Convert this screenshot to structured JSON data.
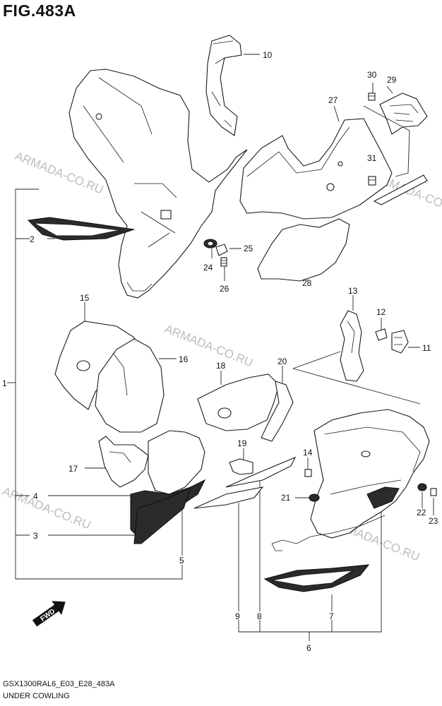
{
  "header": {
    "figure_title": "FIG.483A"
  },
  "footer": {
    "model_code": "GSX1300RAL6_E03_E28_483A",
    "section_title": "UNDER COWLING"
  },
  "watermarks": [
    "ARMADA-CO.RU",
    "ARMADA-CO.RU",
    "ARMADA-CO.RU",
    "ARMADA-CO.RU",
    "ARMADA-CO.RU"
  ],
  "fwd_badge": {
    "label": "FWD",
    "icon": "forward-arrow-icon"
  },
  "callouts": [
    "1",
    "2",
    "3",
    "4",
    "5",
    "6",
    "7",
    "8",
    "9",
    "10",
    "11",
    "12",
    "13",
    "14",
    "15",
    "16",
    "17",
    "18",
    "19",
    "20",
    "21",
    "22",
    "23",
    "24",
    "25",
    "26",
    "27",
    "28",
    "29",
    "30",
    "31"
  ]
}
